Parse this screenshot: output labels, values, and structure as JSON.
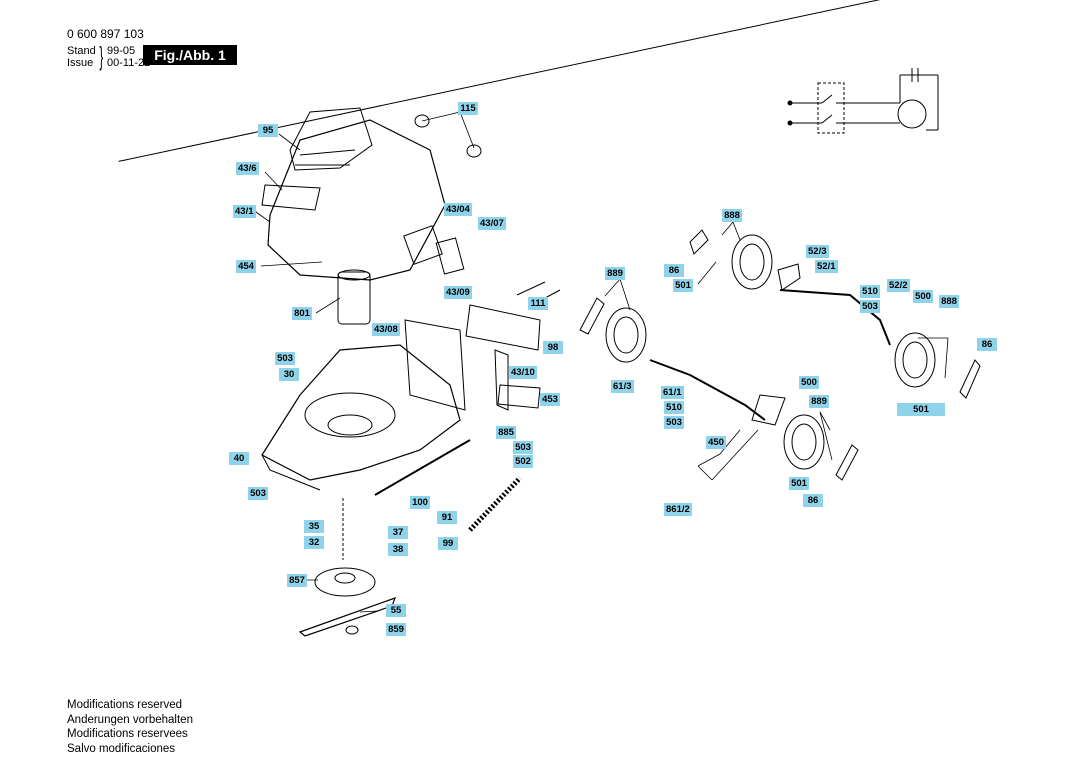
{
  "header": {
    "part_number": "0 600 897 103",
    "stand_label": "Stand",
    "stand_value": "99-05",
    "issue_label": "Issue",
    "issue_value": "00-11-22",
    "figure_tag": "Fig./Abb. 1"
  },
  "labels": {
    "l115": "115",
    "l95": "95",
    "l43_6": "43/6",
    "l43_1": "43/1",
    "l454": "454",
    "l43_04": "43/04",
    "l43_07": "43/07",
    "l801": "801",
    "l43_09": "43/09",
    "l111": "111",
    "l43_08": "43/08",
    "l98": "98",
    "l503a": "503",
    "l30": "30",
    "l43_10": "43/10",
    "l453": "453",
    "l40": "40",
    "l885": "885",
    "l503b": "503",
    "l502": "502",
    "l503c": "503",
    "l100": "100",
    "l91": "91",
    "l35": "35",
    "l37": "37",
    "l32": "32",
    "l38": "38",
    "l99": "99",
    "l857": "857",
    "l55": "55",
    "l859": "859",
    "l888a": "888",
    "l889a": "889",
    "l86a": "86",
    "l501a": "501",
    "l52_3": "52/3",
    "l52_1": "52/1",
    "l510a": "510",
    "l503d": "503",
    "l52_2": "52/2",
    "l500a": "500",
    "l888b": "888",
    "l86b": "86",
    "l61_3": "61/3",
    "l61_1": "61/1",
    "l510b": "510",
    "l503e": "503",
    "l500b": "500",
    "l889b": "889",
    "l501b": "501",
    "l450": "450",
    "l501c": "501",
    "l86c": "86",
    "l861_2": "861/2"
  },
  "footer": {
    "line1": "Modifications reserved",
    "line2": "Anderungen vorbehalten",
    "line3": "Modifications reservees",
    "line4": "Salvo modificaciones"
  },
  "colors": {
    "label_bg": "#8fd3ea",
    "tag_bg": "#000000",
    "line": "#000000"
  }
}
